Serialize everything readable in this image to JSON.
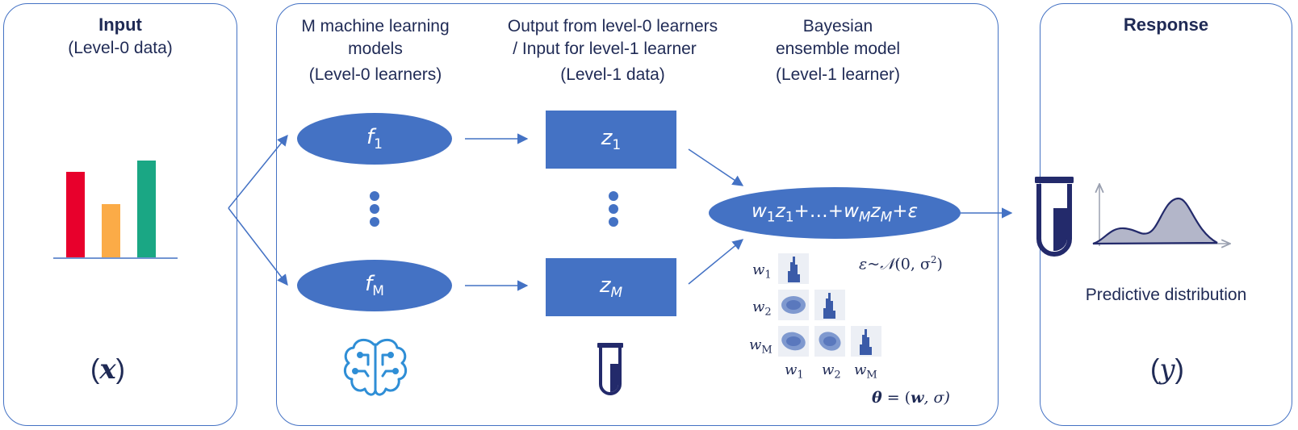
{
  "input": {
    "title": "Input",
    "subtitle": "(Level-0 data)",
    "variable": "x",
    "colors": {
      "bar1": "#e8002c",
      "bar2": "#fbab47",
      "bar3": "#1aa784"
    }
  },
  "level0": {
    "header": [
      "M machine learning",
      "models",
      "(Level-0 learners)"
    ],
    "f_top": "f",
    "f_top_sub": "1",
    "f_bottom": "f",
    "f_bottom_sub": "M"
  },
  "level1data": {
    "header": [
      "Output from level-0 learners",
      "/ Input for level-1 learner",
      "(Level-1 data)"
    ],
    "z_top": "z",
    "z_top_sub": "1",
    "z_bottom": "z",
    "z_bottom_sub": "M"
  },
  "level1learner": {
    "header": [
      "Bayesian",
      "ensemble model",
      "(Level-1 learner)"
    ],
    "equation": {
      "w1": "w",
      "s1": "1",
      "z1": "z",
      "s2": "1",
      "mid": "+…+",
      "wM": "w",
      "s3": "M",
      "zM": "z",
      "s4": "M",
      "eps": "+ε"
    },
    "noise": {
      "left": "ε~",
      "dist": "𝒩",
      "args": "(0, σ",
      "sup": "2",
      "close": ")"
    },
    "matrix_labels": {
      "rows": [
        {
          "w": "w",
          "sub": "1"
        },
        {
          "w": "w",
          "sub": "2"
        },
        {
          "w": "w",
          "sub": "M"
        }
      ],
      "cols": [
        {
          "w": "w",
          "sub": "1"
        },
        {
          "w": "w",
          "sub": "2"
        },
        {
          "w": "w",
          "sub": "M"
        }
      ]
    },
    "theta": {
      "lhs": "θ",
      "eq": " = (",
      "w": "w",
      "rest": ", σ)"
    }
  },
  "response": {
    "title": "Response",
    "caption": "Predictive distribution",
    "variable": "y"
  },
  "accent": "#4472c4",
  "navy": "#232a6b"
}
